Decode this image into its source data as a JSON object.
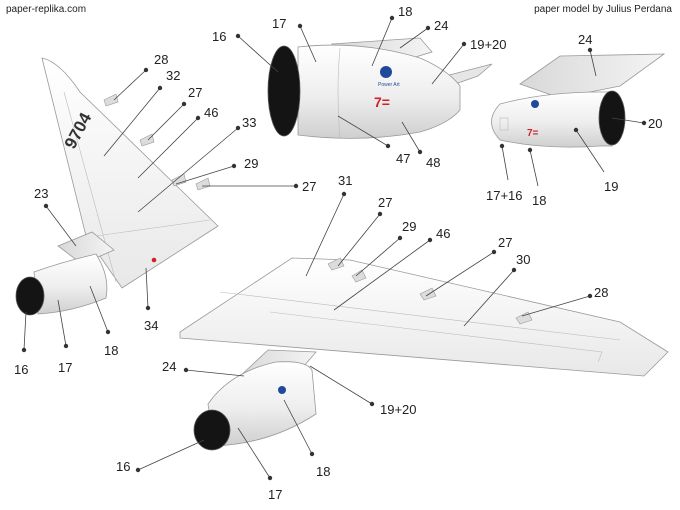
{
  "credits": {
    "left": "paper-replika.com",
    "right": "paper model by Julius Perdana"
  },
  "wing_registration": "9704",
  "engine_badge": {
    "logo_text": "Power Art",
    "livery_mark": "7="
  },
  "callouts": [
    "16",
    "17",
    "18",
    "24",
    "19+20",
    "47",
    "48",
    "24",
    "20",
    "17+16",
    "18",
    "19",
    "28",
    "32",
    "27",
    "46",
    "33",
    "29",
    "27",
    "23",
    "34",
    "16",
    "17",
    "18",
    "31",
    "27",
    "29",
    "46",
    "27",
    "30",
    "28",
    "24",
    "19+20",
    "16",
    "18",
    "17"
  ],
  "colors": {
    "part_fill": "#f1f1f1",
    "part_edge": "#999999",
    "intake": "#141414",
    "badge_blue": "#1f4a9a",
    "livery_red": "#d0202a",
    "leader": "#444444"
  }
}
